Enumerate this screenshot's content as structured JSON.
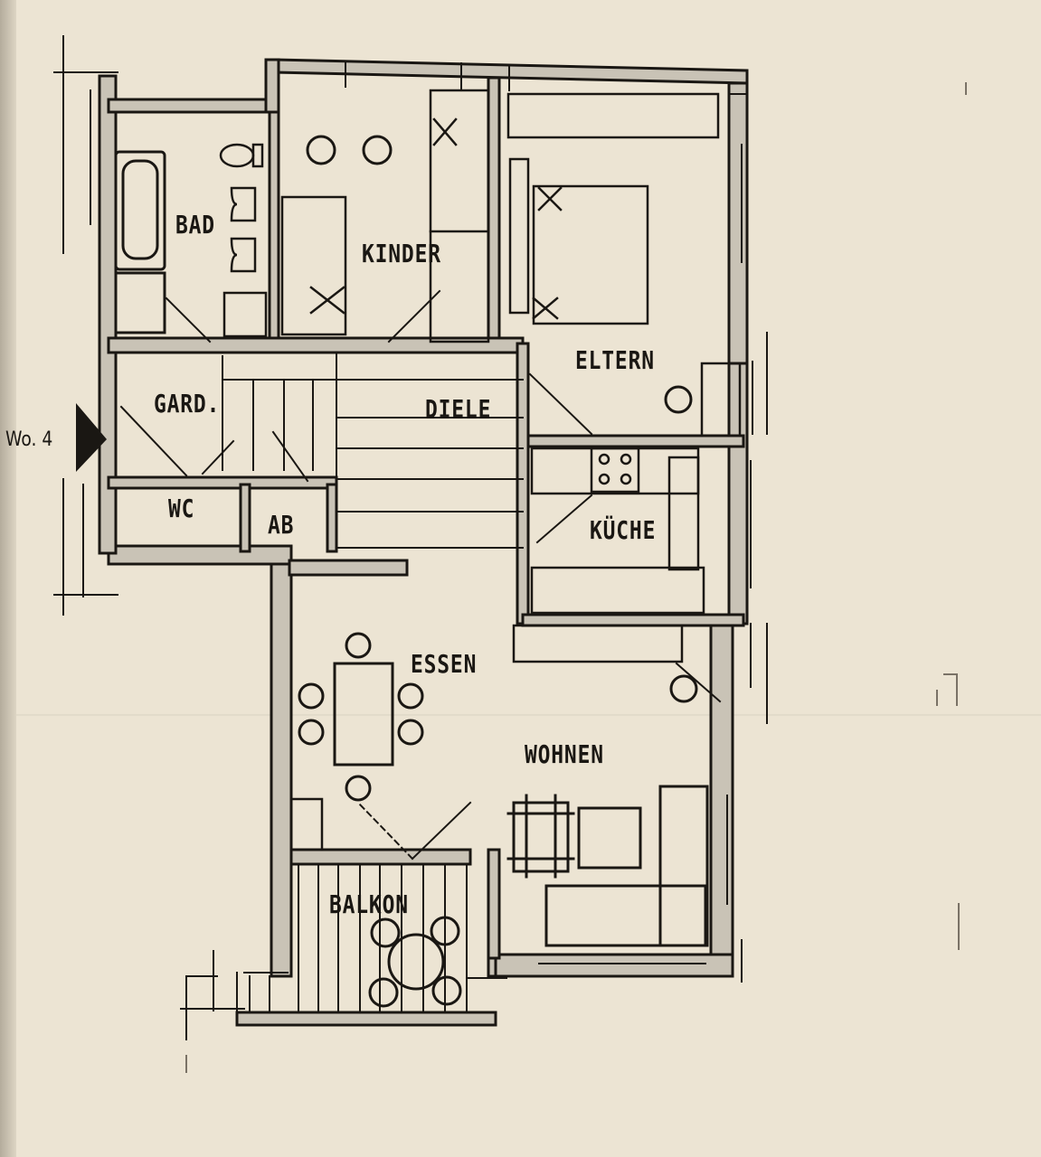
{
  "apartment": {
    "unit_label": "Wo. 4"
  },
  "rooms": {
    "bad": "BAD",
    "kinder": "KINDER",
    "eltern": "ELTERN",
    "gard": "GARD.",
    "diele": "DIELE",
    "wc": "WC",
    "ab": "AB",
    "kueche": "KÜCHE",
    "essen": "ESSEN",
    "wohnen": "WOHNEN",
    "balkon": "BALKON"
  },
  "icons": [
    "entrance-arrow-icon",
    "bathtub-icon",
    "toilet-icon",
    "sink-icon",
    "stove-icon",
    "table-icon",
    "chair-icon",
    "bed-icon",
    "sofa-icon",
    "armchair-icon",
    "plant-icon"
  ],
  "colors": {
    "paper": "#ece4d3",
    "ink": "#1a1713",
    "wall_fill": "#c9c3b6"
  }
}
